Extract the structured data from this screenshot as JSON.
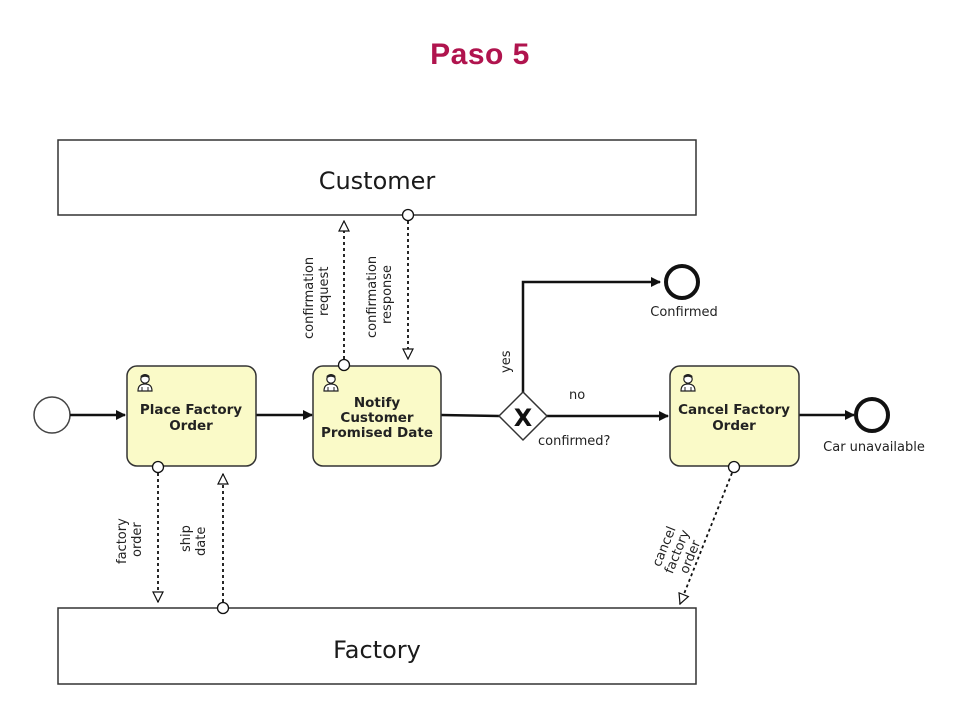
{
  "title": "Paso 5",
  "pools": {
    "customer": "Customer",
    "factory": "Factory"
  },
  "tasks": {
    "place": [
      "Place Factory",
      "Order"
    ],
    "notify": [
      "Notify",
      "Customer",
      "Promised Date"
    ],
    "cancel": [
      "Cancel Factory",
      "Order"
    ]
  },
  "gateway": {
    "symbol": "X",
    "label": "confirmed?",
    "yes": "yes",
    "no": "no"
  },
  "end_events": {
    "confirmed": "Confirmed",
    "unavailable": "Car unavailable"
  },
  "messages": {
    "confirmation_request": [
      "confirmation",
      "request"
    ],
    "confirmation_response": [
      "confirmation",
      "response"
    ],
    "factory_order": [
      "factory",
      "order"
    ],
    "ship_date": [
      "ship",
      "date"
    ],
    "cancel_factory_order": [
      "cancel",
      "factory",
      "order"
    ]
  },
  "colors": {
    "title": "#b0144e",
    "task_fill": "#fafac8"
  }
}
